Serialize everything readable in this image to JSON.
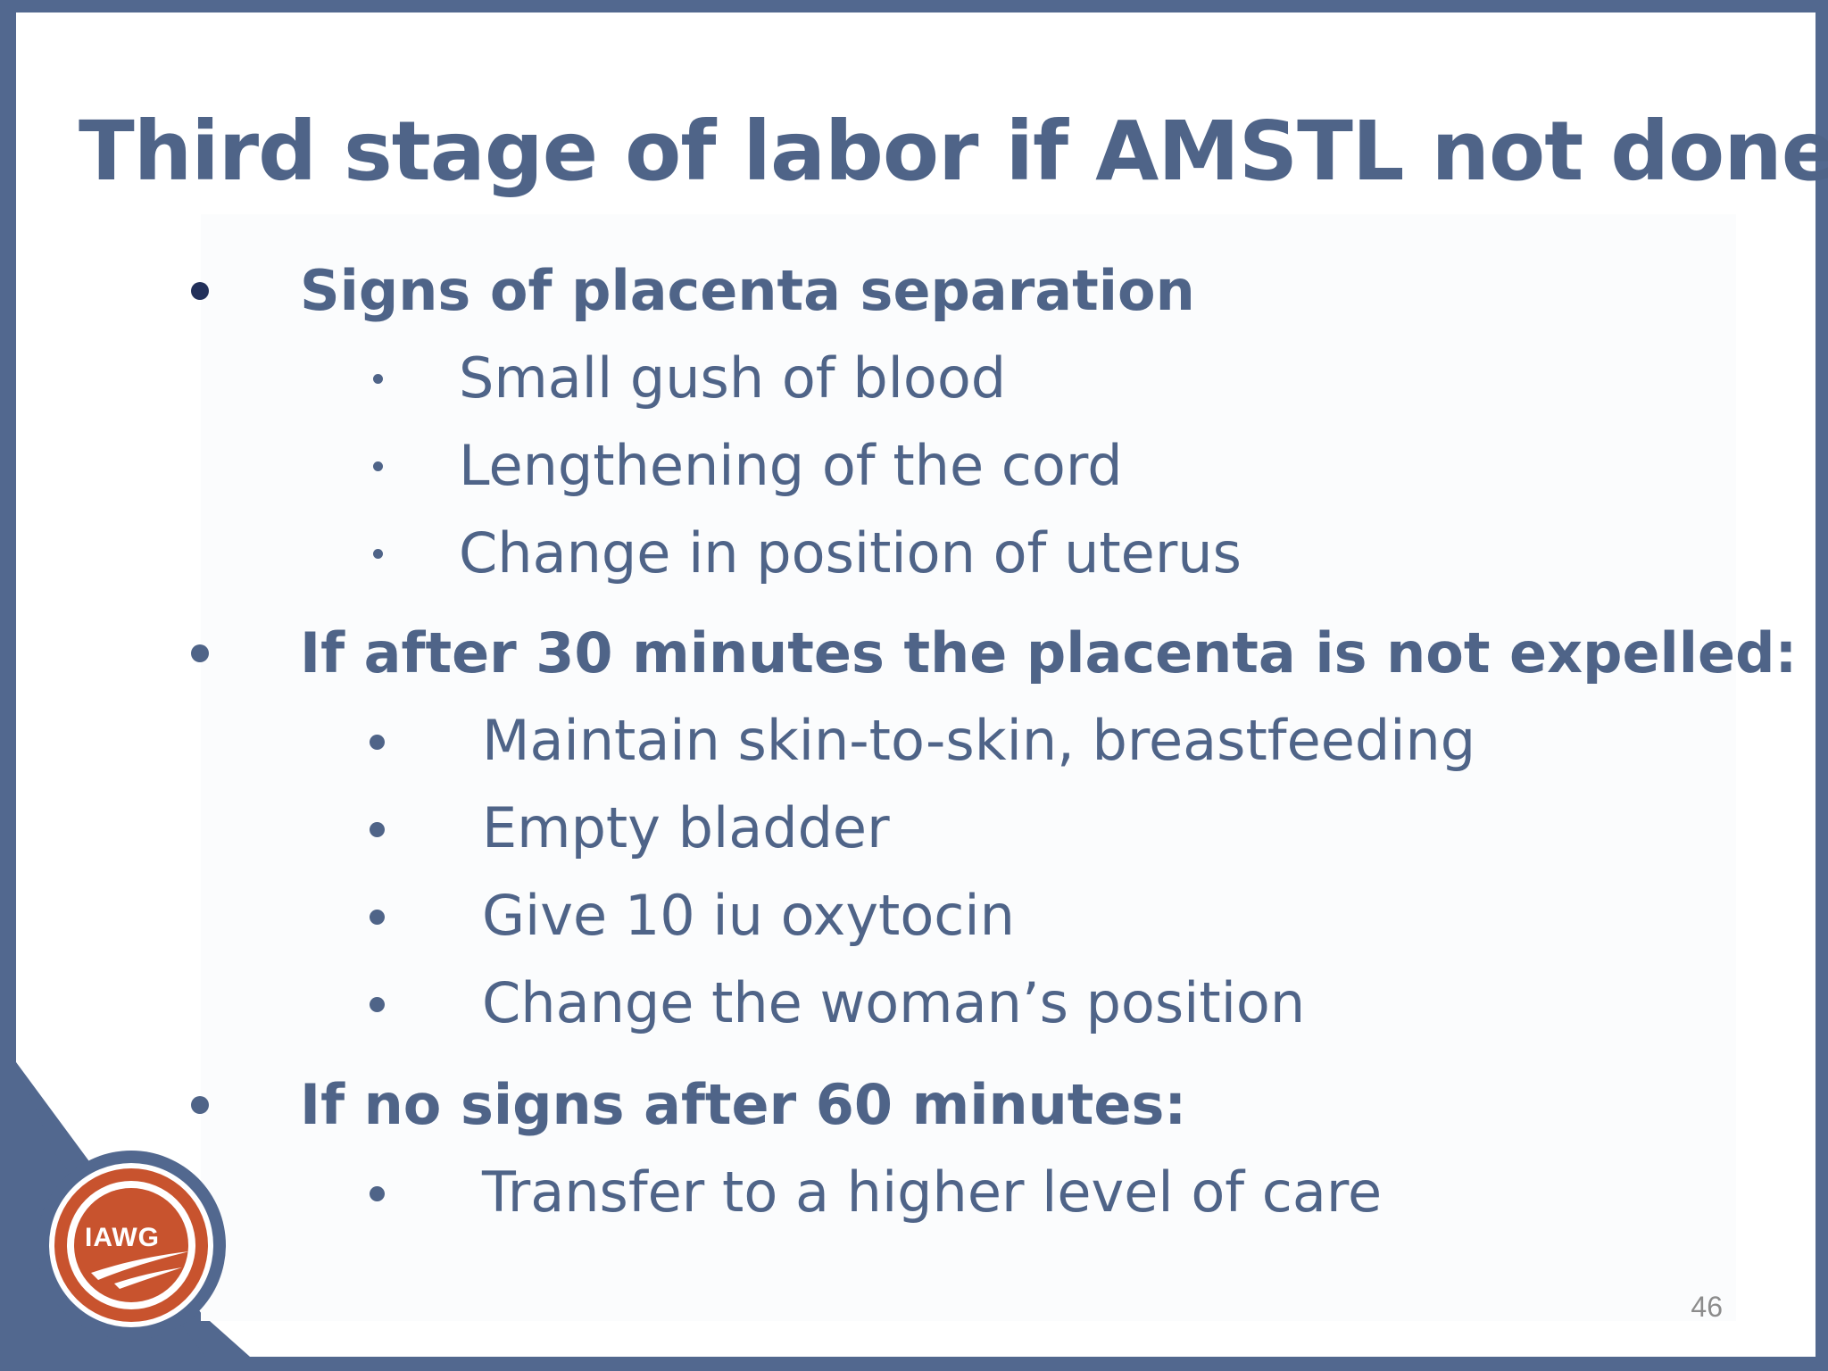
{
  "slide": {
    "title": "Third stage of labor if AMSTL not done:",
    "sections": [
      {
        "heading": "Signs of placenta separation",
        "items": [
          "Small gush of blood",
          "Lengthening of the cord",
          "Change in position of uterus"
        ]
      },
      {
        "heading": "If after 30 minutes the placenta is not expelled:",
        "items": [
          "Maintain skin-to-skin, breastfeeding",
          "Empty bladder",
          "Give 10 iu oxytocin",
          "Change the woman’s position"
        ]
      },
      {
        "heading": "If no signs after 60 minutes:",
        "items": [
          "Transfer to a higher level of care"
        ]
      }
    ],
    "page_number": "46"
  },
  "logo": {
    "text": "IAWG"
  },
  "colors": {
    "frame": "#52688f",
    "text": "#4f6488",
    "logo_orange": "#c8532e",
    "page_number": "#8c8c8c"
  }
}
